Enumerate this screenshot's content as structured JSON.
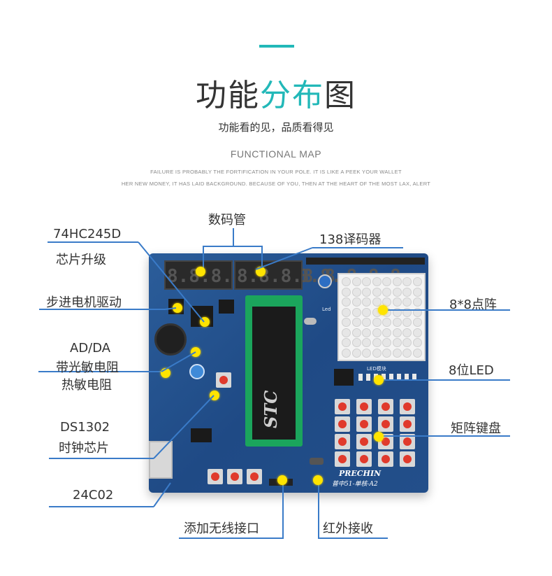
{
  "header": {
    "title_part1": "功能",
    "title_accent": "分布",
    "title_part2": "图",
    "subtitle": "功能看的见，品质看得见",
    "english_title": "FUNCTIONAL MAP",
    "english_line_1": "FAILURE IS PROBABLY THE FORTIFICATION IN YOUR POLE. IT IS LIKE A PEEK YOUR WALLET",
    "english_line_2": "HER NEW MONEY, IT HAS LAID BACKGROUND. BECAUSE OF YOU, THEN AT THE HEART OF THE MOST LAX, ALERT"
  },
  "labels": {
    "seven_segment": "数码管",
    "decoder_138": "138译码器",
    "hc245_line1": "74HC245D",
    "hc245_line2": "芯片升级",
    "stepper": "步进电机驱动",
    "adda_line1": "AD/DA",
    "adda_line2": "带光敏电阻",
    "adda_line3": "热敏电阻",
    "ds1302_line1": "DS1302",
    "ds1302_line2": "时钟芯片",
    "eeprom": "24C02",
    "matrix": "8*8点阵",
    "led8": "8位LED",
    "keypad": "矩阵键盘",
    "wireless": "添加无线接口",
    "infrared": "红外接收"
  },
  "board": {
    "segment_text": "8.8.8.8.8.8.8.8.",
    "chip_logo": "STC",
    "brand": "PRECHIN",
    "model": "普中51-单核-A2",
    "led_silk": "LED模块",
    "led_label": "Led"
  },
  "colors": {
    "accent": "#22b8b8",
    "leader_line": "#3a7bc8",
    "marker_dot": "#ffe400",
    "board_blue": "#2b5d9a"
  }
}
